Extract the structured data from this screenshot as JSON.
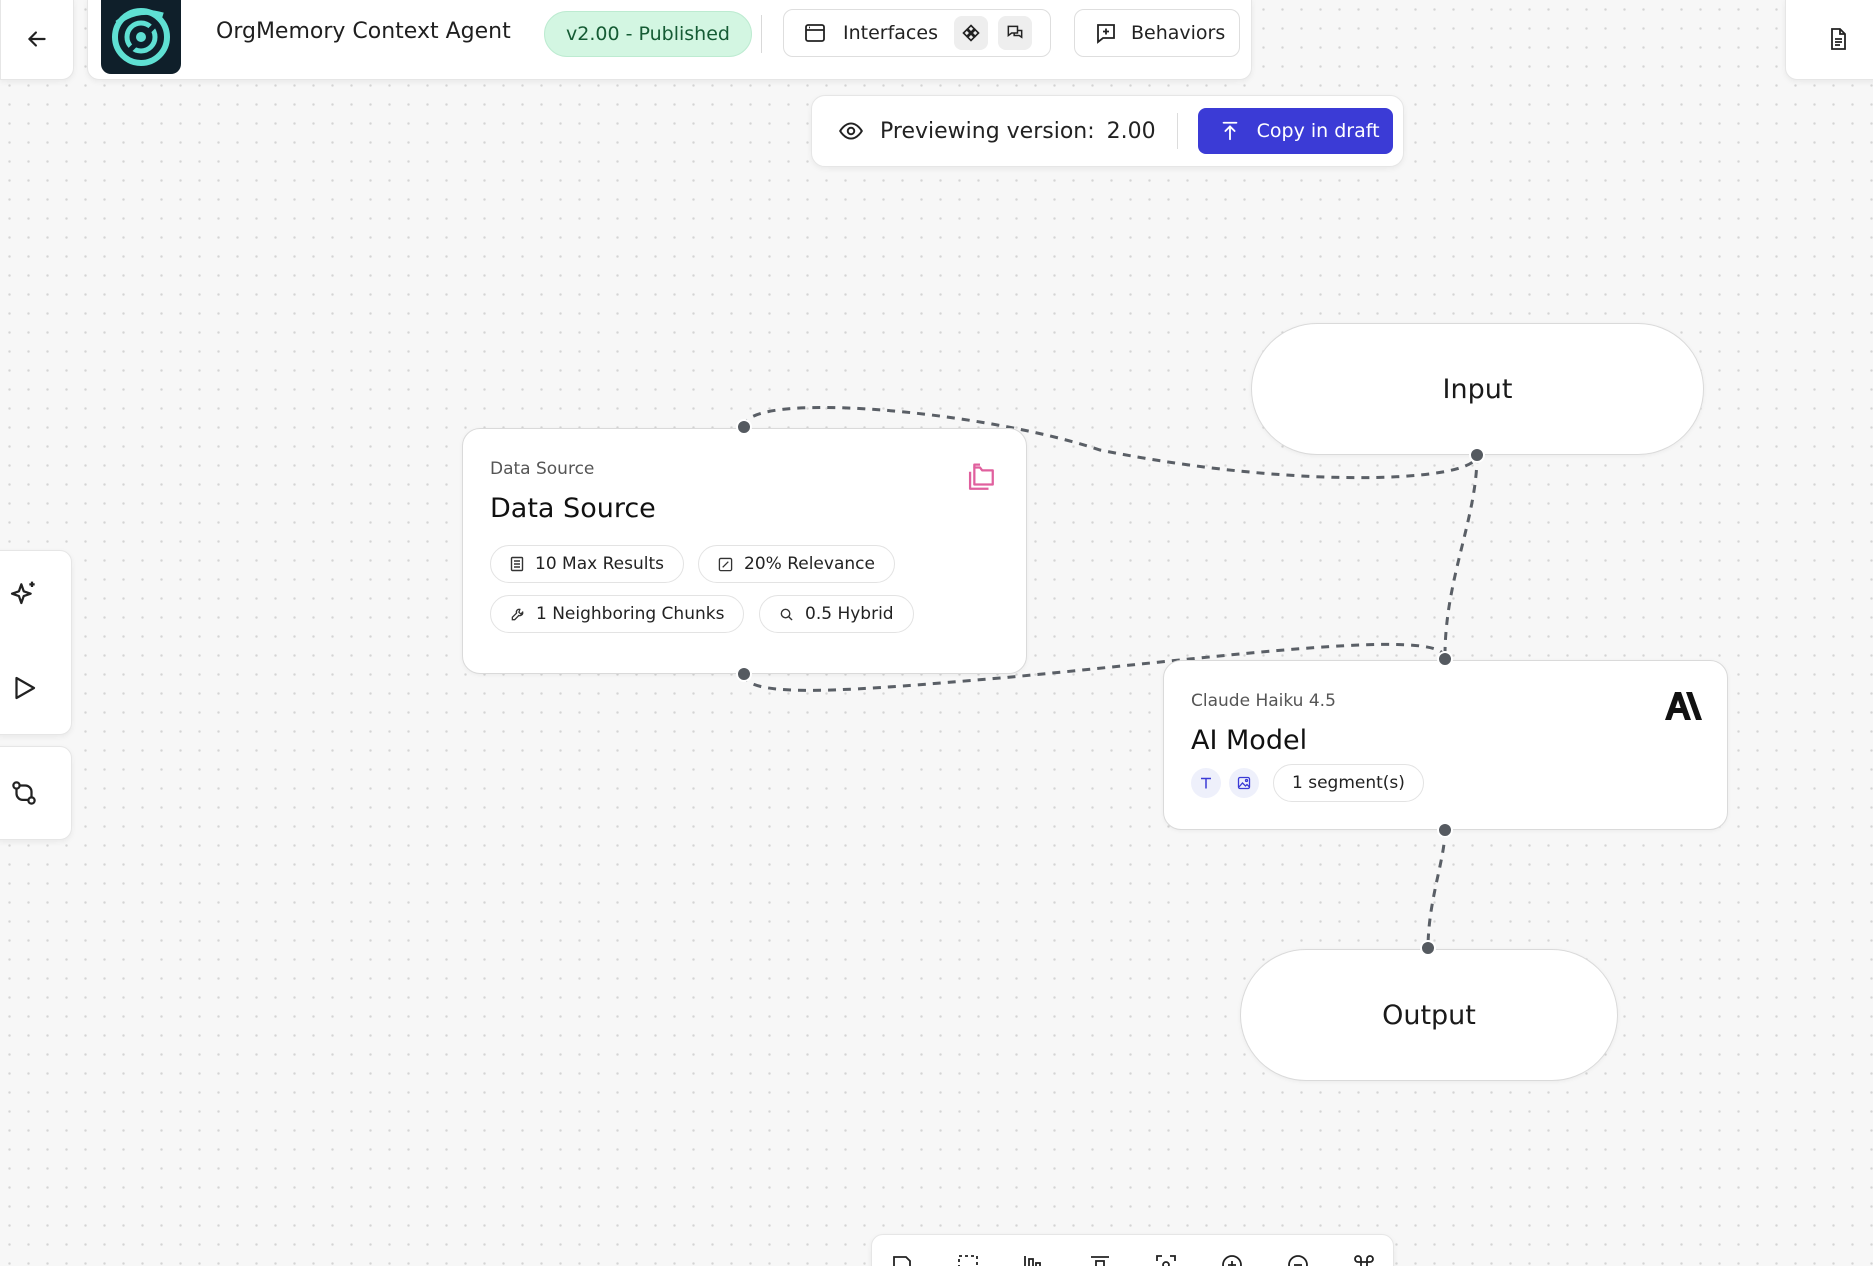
{
  "header": {
    "agent_name": "OrgMemory Context Agent",
    "version_badge": "v2.00 - Published",
    "interfaces_label": "Interfaces",
    "behaviors_label": "Behaviors"
  },
  "preview": {
    "label": "Previewing version:",
    "version": "2.00",
    "copy_button": "Copy in draft"
  },
  "nodes": {
    "input": {
      "label": "Input"
    },
    "output": {
      "label": "Output"
    },
    "data_source": {
      "subtitle": "Data Source",
      "title": "Data Source",
      "chips": [
        "10 Max Results",
        "20% Relevance",
        "1 Neighboring Chunks",
        "0.5 Hybrid"
      ]
    },
    "ai_model": {
      "subtitle": "Claude Haiku 4.5",
      "title": "AI Model",
      "segments": "1 segment(s)"
    }
  },
  "colors": {
    "accent": "#3b3bd6",
    "published_bg": "#d3f6e2",
    "published_text": "#155b34",
    "datasource_icon": "#e0609e",
    "handle": "#555a60",
    "edge": "#5a5f66"
  },
  "icons": {
    "back": "arrow-left-icon",
    "doc": "document-icon",
    "ai_assist": "sparkles-icon",
    "run": "play-icon",
    "flow": "git-pull-request-icon"
  }
}
